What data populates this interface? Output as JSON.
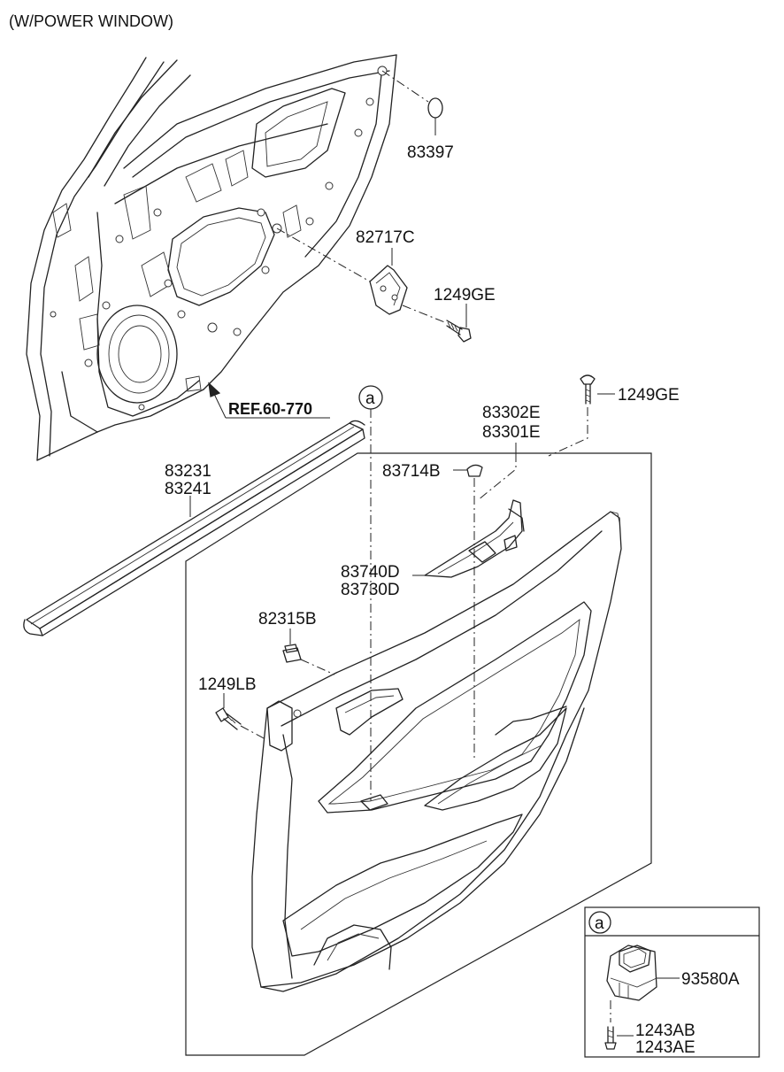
{
  "title": "(W/POWER WINDOW)",
  "reference": "REF.60-770",
  "callout_marker": "a",
  "parts": {
    "grommet": "83397",
    "bracket": "82717C",
    "screw_bracket": "1249GE",
    "screw_trim": "1249GE",
    "trim_panel_line1": "83302E",
    "trim_panel_line2": "83301E",
    "weatherstrip_line1": "83231",
    "weatherstrip_line2": "83241",
    "cap": "83714B",
    "inside_handle_line1": "83740D",
    "inside_handle_line2": "83730D",
    "clip": "82315B",
    "screw_panel": "1249LB"
  },
  "inset": {
    "marker": "a",
    "switch": "93580A",
    "screw_line1": "1243AB",
    "screw_line2": "1243AE"
  }
}
